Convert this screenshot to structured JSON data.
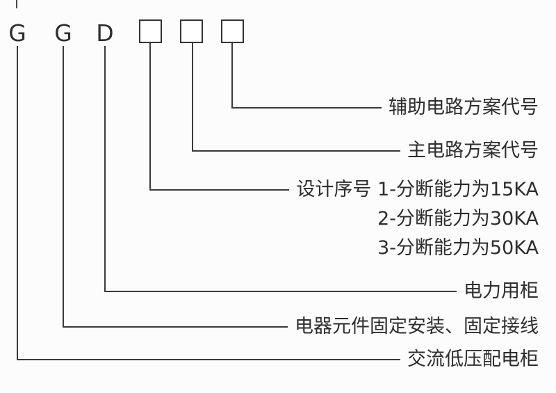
{
  "diagram": {
    "title_semantics": "GGD low-voltage switchgear model designation diagram",
    "code_letters": [
      "G",
      "G",
      "D"
    ],
    "code_boxes": 3,
    "colors": {
      "line": "#3a3a3a",
      "text": "#2d2d2d",
      "background": "#fcfcfc"
    },
    "labels": {
      "aux": "辅助电路方案代号",
      "main": "主电路方案代号",
      "design": "设计序号 1-分断能力为15KA",
      "design_opt2": "2-分断能力为30KA",
      "design_opt3": "3-分断能力为50KA",
      "power": "电力用柜",
      "fixed": "电器元件固定安装、固定接线",
      "ac": "交流低压配电柜"
    }
  }
}
